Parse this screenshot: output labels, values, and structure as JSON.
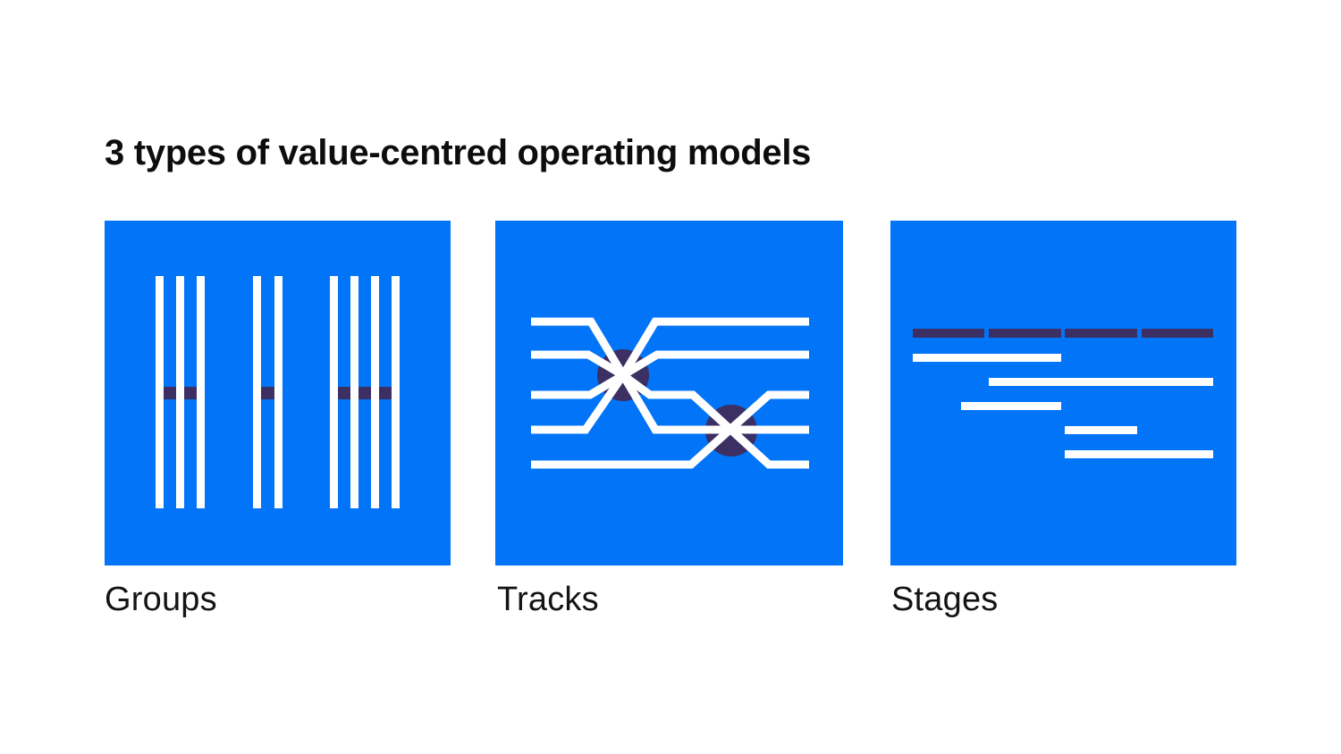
{
  "title": "3 types of value-centred operating models",
  "colors": {
    "background": "#ffffff",
    "panel_blue": "#0174f8",
    "accent_dark": "#3c2f63",
    "shape_white": "#ffffff",
    "text": "#0d0d0d"
  },
  "panels": [
    {
      "label": "Groups",
      "icon": "groups-icon",
      "bar_clusters": [
        3,
        2,
        4
      ],
      "connectors_per_cluster": [
        2,
        1,
        3
      ]
    },
    {
      "label": "Tracks",
      "icon": "tracks-icon",
      "track_lines": 5,
      "junction_nodes": 2
    },
    {
      "label": "Stages",
      "icon": "stages-icon",
      "timeline_dashes": 4,
      "stage_bars": 5
    }
  ]
}
